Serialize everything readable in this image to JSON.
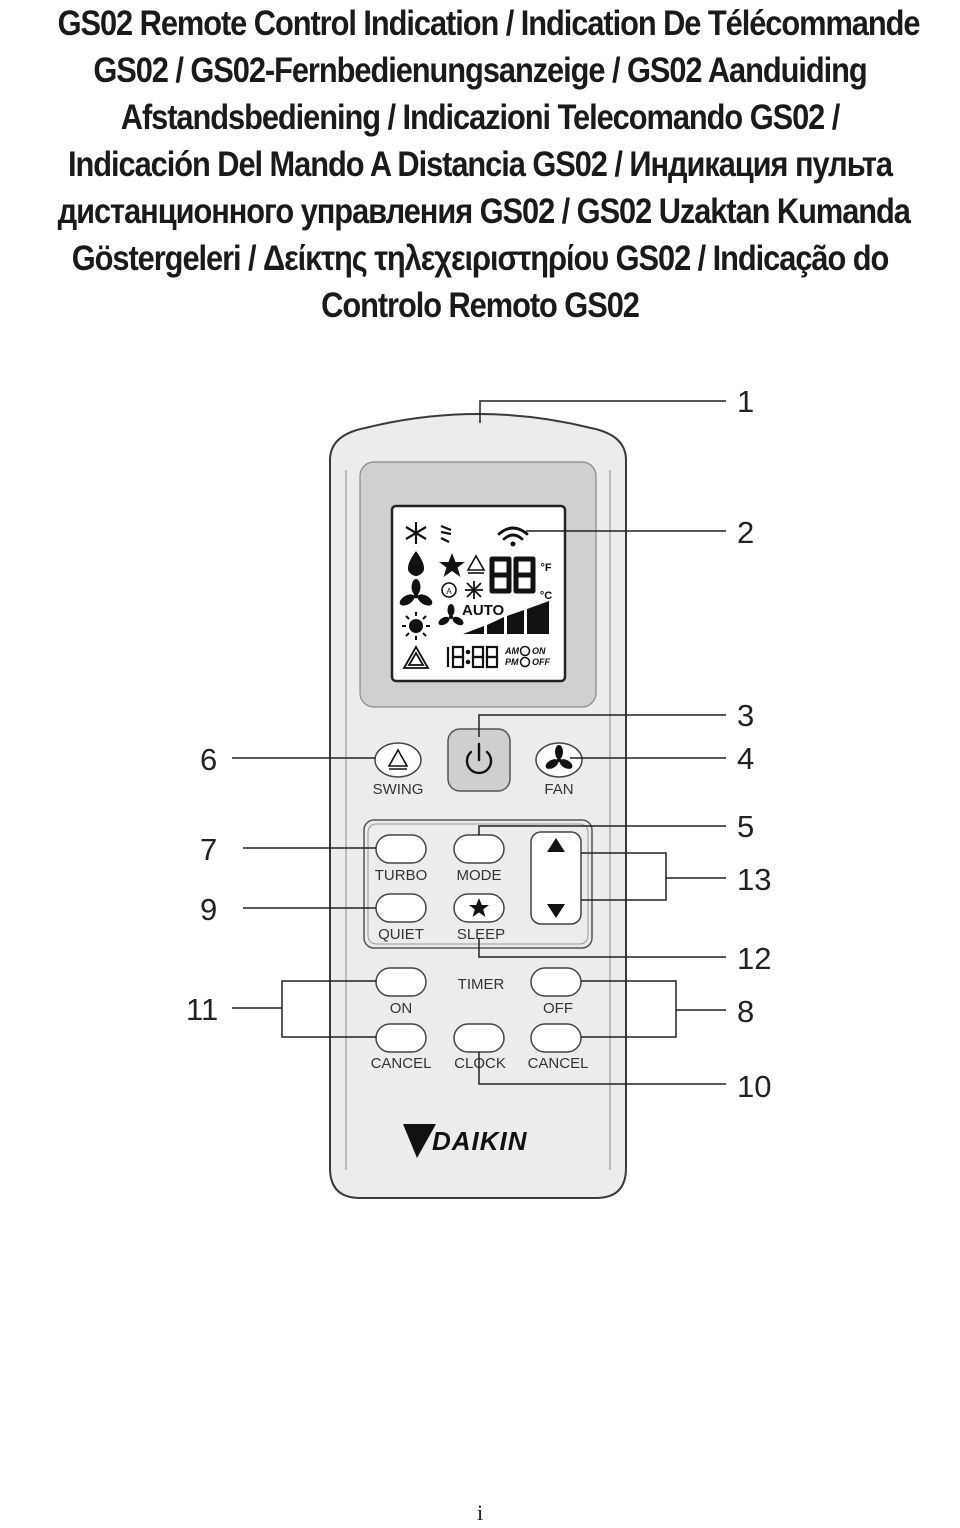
{
  "title_lines": [
    "GS02 Remote Control Indication / Indication De Télécommande",
    "GS02 / GS02-Fernbedienungsanzeige / GS02 Aanduiding",
    "Afstandsbediening / Indicazioni Telecomando GS02 /",
    "Indicación Del Mando A Distancia GS02 / Индикация пульта",
    "дистанционного управления GS02 / GS02 Uzaktan Kumanda",
    "Göstergeleri / Δείκτης τηλεχειριστηρίου GS02 / Indicação do",
    "Controlo Remoto GS02"
  ],
  "display": {
    "digits": "88",
    "unit_f": "°F",
    "unit_c": "°C",
    "auto": "AUTO",
    "clock": "18:88",
    "am": "AM",
    "pm": "PM",
    "on": "ON",
    "off": "OFF"
  },
  "buttons": {
    "swing": "SWING",
    "fan": "FAN",
    "turbo": "TURBO",
    "mode": "MODE",
    "quiet": "QUIET",
    "sleep": "SLEEP",
    "timer": "TIMER",
    "on": "ON",
    "off": "OFF",
    "cancel_left": "CANCEL",
    "clock": "CLOCK",
    "cancel_right": "CANCEL"
  },
  "brand": "DAIKIN",
  "callouts": {
    "n1": "1",
    "n2": "2",
    "n3": "3",
    "n4": "4",
    "n5": "5",
    "n6": "6",
    "n7": "7",
    "n8": "8",
    "n9": "9",
    "n10": "10",
    "n11": "11",
    "n12": "12",
    "n13": "13"
  },
  "page_number": "i",
  "icons": [
    "snowflake-icon",
    "drop-icon",
    "fan-icon",
    "sun-icon",
    "warning-icon",
    "wifi-icon",
    "star-icon",
    "swing-icon",
    "power-icon",
    "fan-button-icon",
    "up-arrow-icon",
    "down-arrow-icon"
  ],
  "colors": {
    "remote_body": "#ececec",
    "display_bezel": "#d0d0d0",
    "lcd": "#ffffff",
    "power_button": "#cfcfcf",
    "ink": "#1a1a1a"
  }
}
